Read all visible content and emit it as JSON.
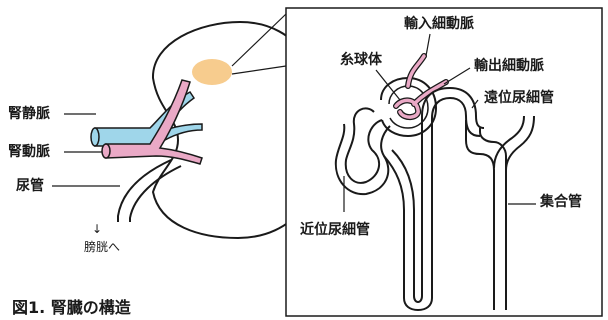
{
  "kidney": {
    "renal_vein": "腎静脈",
    "renal_artery": "腎動脈",
    "ureter": "尿管",
    "to_bladder_arrow": "↓",
    "to_bladder": "膀胱へ"
  },
  "nephron": {
    "afferent_arteriole": "輸入細動脈",
    "glomerulus": "糸球体",
    "efferent_arteriole": "輸出細動脈",
    "distal_tubule": "遠位尿細管",
    "collecting_duct": "集合管",
    "proximal_tubule": "近位尿細管"
  },
  "caption": "図1. 腎臓の構造",
  "colors": {
    "vein": "#9fd6ea",
    "artery": "#eaa9c6",
    "highlight": "#f7cc8e",
    "outline": "#1a1a1a"
  }
}
